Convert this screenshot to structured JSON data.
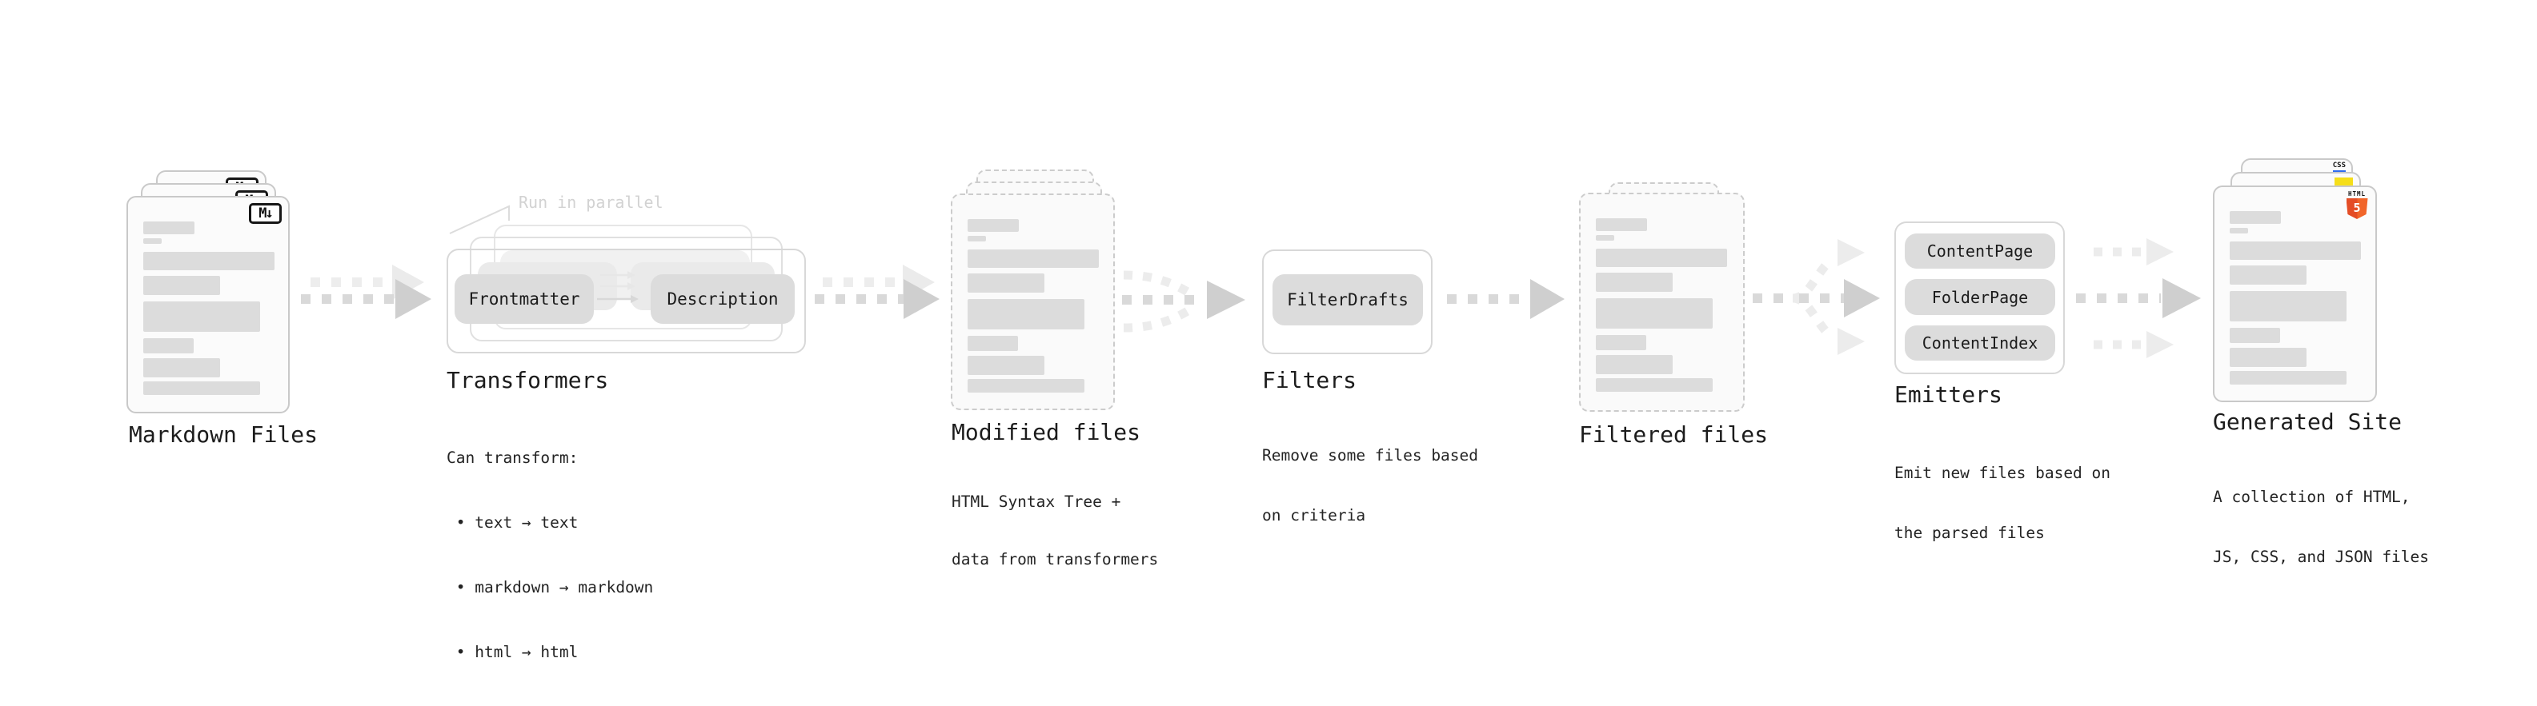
{
  "diagram": {
    "stages": {
      "markdown_files": {
        "label": "Markdown Files",
        "file_icon": "M↓"
      },
      "transformers": {
        "label": "Transformers",
        "callout": "Run in parallel",
        "pills": {
          "left": "Frontmatter",
          "right": "Description"
        },
        "note": [
          "Can transform:",
          " • text → text",
          " • markdown → markdown",
          " • html → html"
        ]
      },
      "modified_files": {
        "label": "Modified files",
        "note": [
          "HTML Syntax Tree +",
          "data from transformers"
        ]
      },
      "filters": {
        "label": "Filters",
        "pills": [
          "FilterDrafts"
        ],
        "note": [
          "Remove some files based",
          "on criteria"
        ]
      },
      "filtered_files": {
        "label": "Filtered files"
      },
      "emitters": {
        "label": "Emitters",
        "pills": [
          "ContentPage",
          "FolderPage",
          "ContentIndex"
        ],
        "note": [
          "Emit new files based on",
          "the parsed files"
        ]
      },
      "generated_site": {
        "label": "Generated Site",
        "note": [
          "A collection of HTML,",
          "JS, CSS, and JSON files"
        ],
        "file_type_icons": {
          "html_label": "HTML",
          "html_number": "5",
          "css_label": "CSS"
        }
      }
    },
    "colors": {
      "html5_orange": "#e44d26",
      "js_yellow": "#f5de19",
      "css_blue": "#2f6bef",
      "arrow_gray": "#d9d9d9",
      "arrow_light": "#ececec",
      "bar_gray": "#dcdcdc"
    }
  }
}
